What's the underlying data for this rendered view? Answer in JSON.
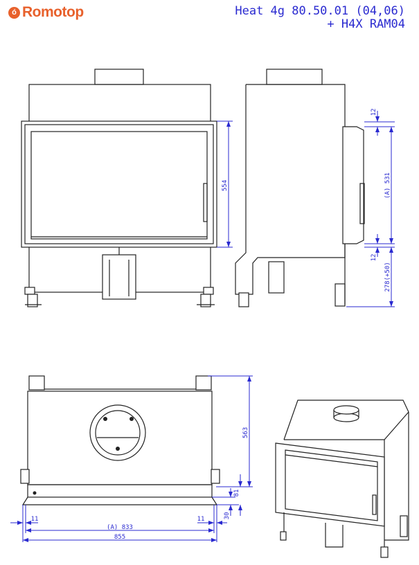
{
  "brand": {
    "logo_text": "Romotop",
    "logo_mark": "flame-icon",
    "color": "#e8612c"
  },
  "title": {
    "line1": "Heat 4g 80.50.01 (04,06)",
    "line2": "+ H4X RAM04"
  },
  "dimension_color": "#2a2ad0",
  "dimensions": {
    "front_height": "554",
    "side_top_gap": "12",
    "side_opening": "(A) 531",
    "side_bottom_gap": "12",
    "side_base_height": "278(+50)",
    "top_depth": "563",
    "top_81": "81",
    "top_30": "30",
    "left_offset": "11",
    "right_offset": "11",
    "opening_width": "(A) 833",
    "total_width": "855"
  }
}
